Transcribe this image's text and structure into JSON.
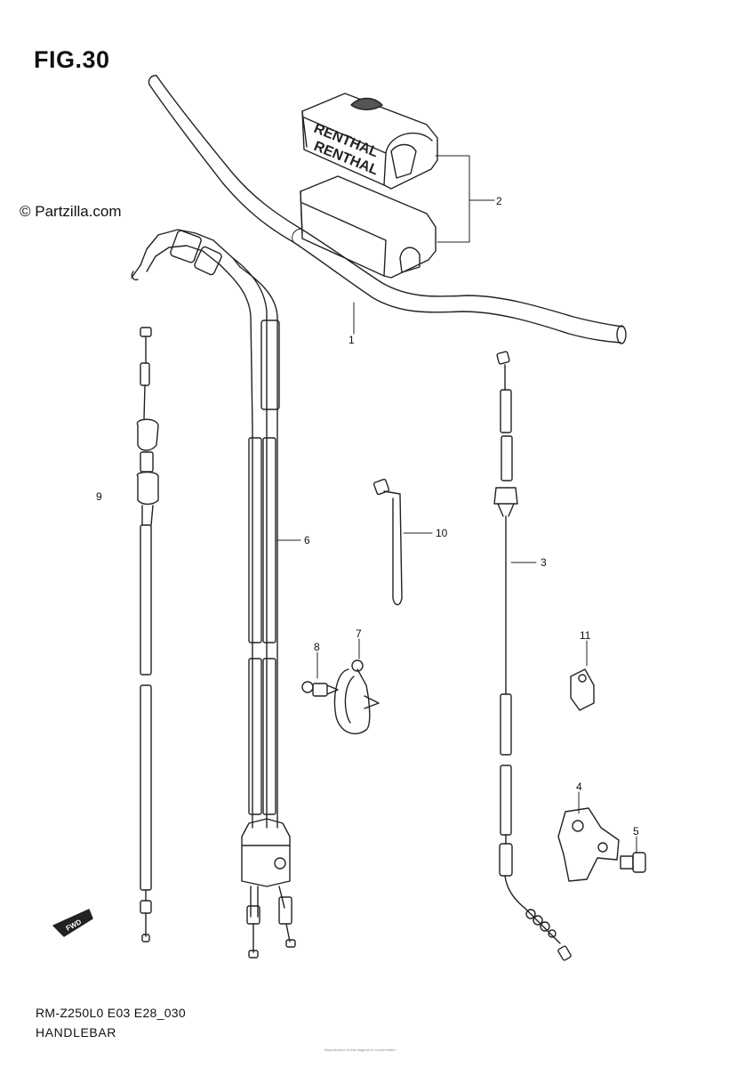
{
  "header": {
    "figure_label": "FIG.30"
  },
  "watermark": {
    "text": "© Partzilla.com"
  },
  "brand": {
    "pad_text": "RENTHAL"
  },
  "callouts": [
    {
      "number": "1",
      "part": "handlebar"
    },
    {
      "number": "2",
      "part": "handlebar-pad"
    },
    {
      "number": "3",
      "part": "clutch-cable"
    },
    {
      "number": "4",
      "part": "clutch-lever-holder"
    },
    {
      "number": "5",
      "part": "bolt"
    },
    {
      "number": "6",
      "part": "throttle-cable"
    },
    {
      "number": "7",
      "part": "cable-clamp"
    },
    {
      "number": "8",
      "part": "screw"
    },
    {
      "number": "9",
      "part": "hot-start-cable"
    },
    {
      "number": "10",
      "part": "cable-tie"
    },
    {
      "number": "11",
      "part": "clamp"
    }
  ],
  "direction_marker": {
    "label": "FWD"
  },
  "footer": {
    "model_code": "RM-Z250L0 E03 E28_030",
    "section_name": "HANDLEBAR",
    "fine_print": "Reproduction of this diagram is not permitted"
  },
  "colors": {
    "line": "#222222",
    "background": "#ffffff"
  }
}
